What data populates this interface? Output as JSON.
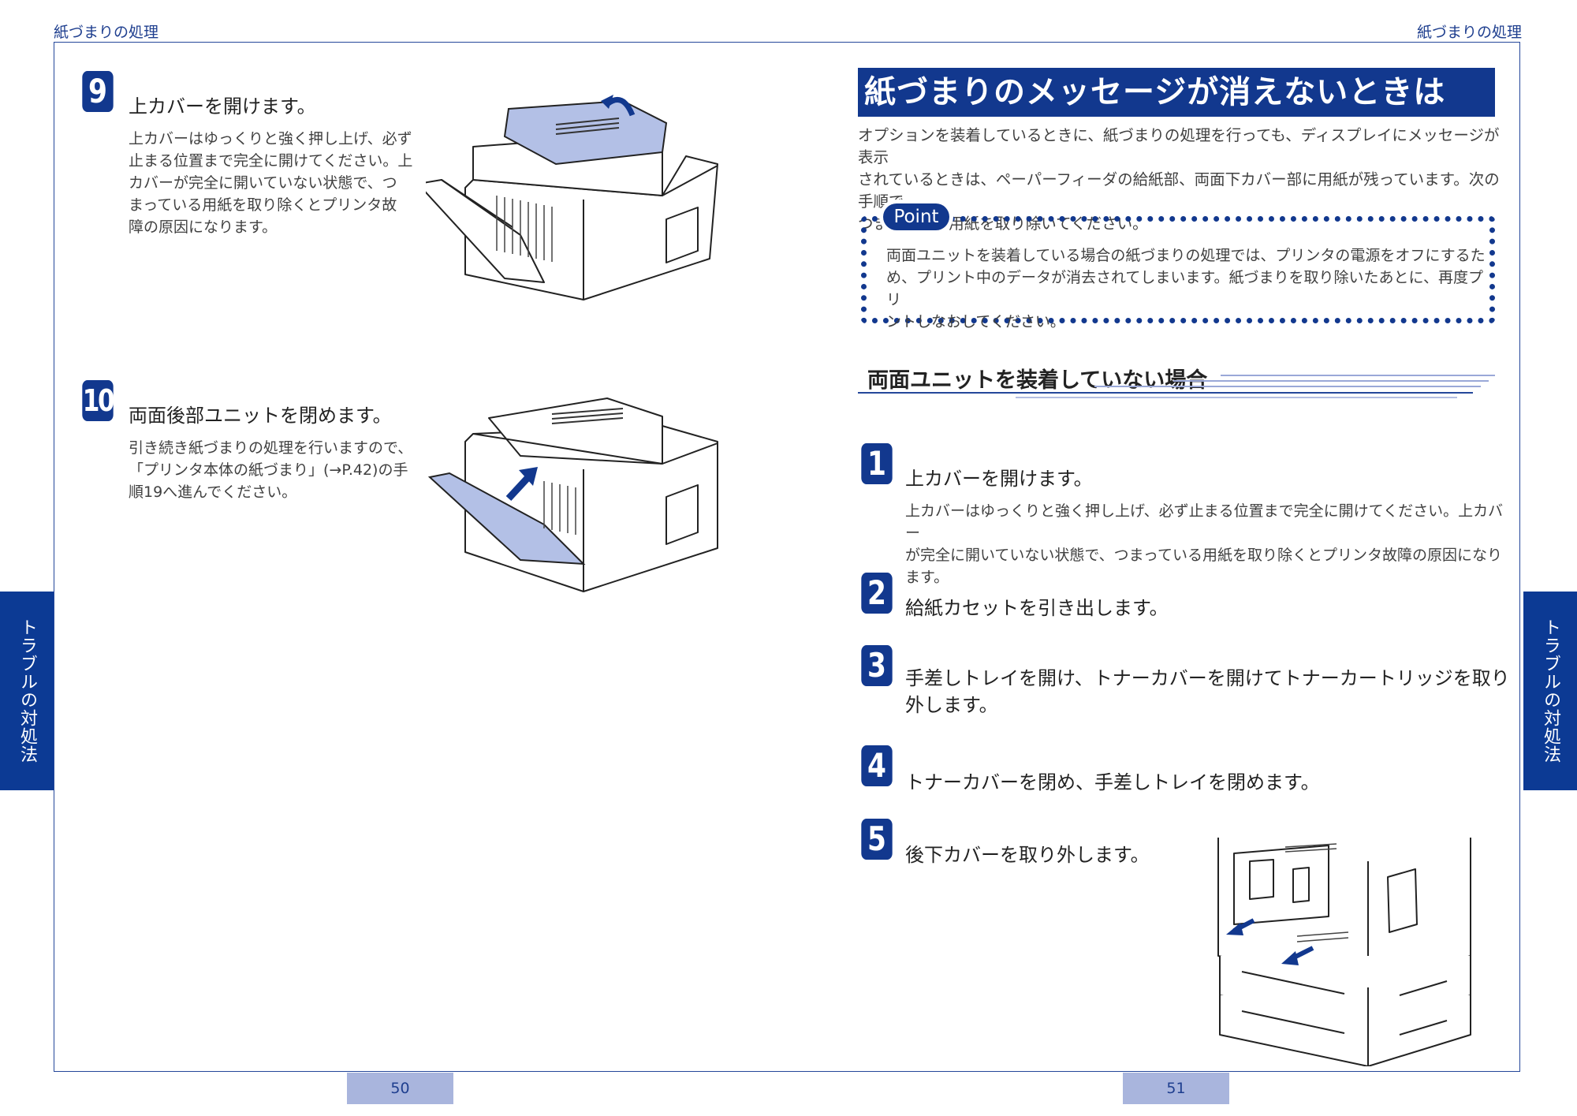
{
  "header": {
    "left_running_head": "紙づまりの処理",
    "right_running_head": "紙づまりの処理"
  },
  "side_tabs": {
    "left": "トラブルの対処法",
    "right": "トラブルの対処法"
  },
  "left_page": {
    "page_number": "50",
    "steps": [
      {
        "number": "9",
        "title": "上カバーを開けます。",
        "lines": [
          "上カバーはゆっくりと強く押し上げ、必ず",
          "止まる位置まで完全に開けてください。上",
          "カバーが完全に開いていない状態で、つ",
          "まっている用紙を取り除くとプリンタ故",
          "障の原因になります。"
        ]
      },
      {
        "number": "10",
        "title": "両面後部ユニットを閉めます。",
        "lines": [
          "引き続き紙づまりの処理を行いますので、",
          "「プリンタ本体の紙づまり」(→P.42)の手",
          "順19へ進んでください。"
        ]
      }
    ]
  },
  "right_page": {
    "page_number": "51",
    "heading": "紙づまりのメッセージが消えないときは",
    "intro_lines": [
      "オプションを装着しているときに、紙づまりの処理を行っても、ディスプレイにメッセージが表示",
      "されているときは、ペーパーフィーダの給紙部、両面下カバー部に用紙が残っています。次の手順で",
      "つまっている用紙を取り除いてください。"
    ],
    "point": {
      "label": "Point",
      "lines": [
        "両面ユニットを装着している場合の紙づまりの処理では、プリンタの電源をオフにするた",
        "め、プリント中のデータが消去されてしまいます。紙づまりを取り除いたあとに、再度プリ",
        "ントしなおしてください。"
      ]
    },
    "subheading": "両面ユニットを装着していない場合",
    "steps": [
      {
        "number": "1",
        "title": "上カバーを開けます。",
        "lines": [
          "上カバーはゆっくりと強く押し上げ、必ず止まる位置まで完全に開けてください。上カバー",
          "が完全に開いていない状態で、つまっている用紙を取り除くとプリンタ故障の原因になり",
          "ます。"
        ]
      },
      {
        "number": "2",
        "title": "給紙カセットを引き出します。"
      },
      {
        "number": "3",
        "title_lines": [
          "手差しトレイを開け、トナーカバーを開けてトナーカートリッジを取り",
          "外します。"
        ]
      },
      {
        "number": "4",
        "title": "トナーカバーを閉め、手差しトレイを閉めます。"
      },
      {
        "number": "5",
        "title": "後下カバーを取り外します。"
      }
    ]
  },
  "colors": {
    "brand_blue": "#12388e",
    "page_number_bg": "#a9b5dd",
    "highlight_part": "#b3c0e6"
  }
}
